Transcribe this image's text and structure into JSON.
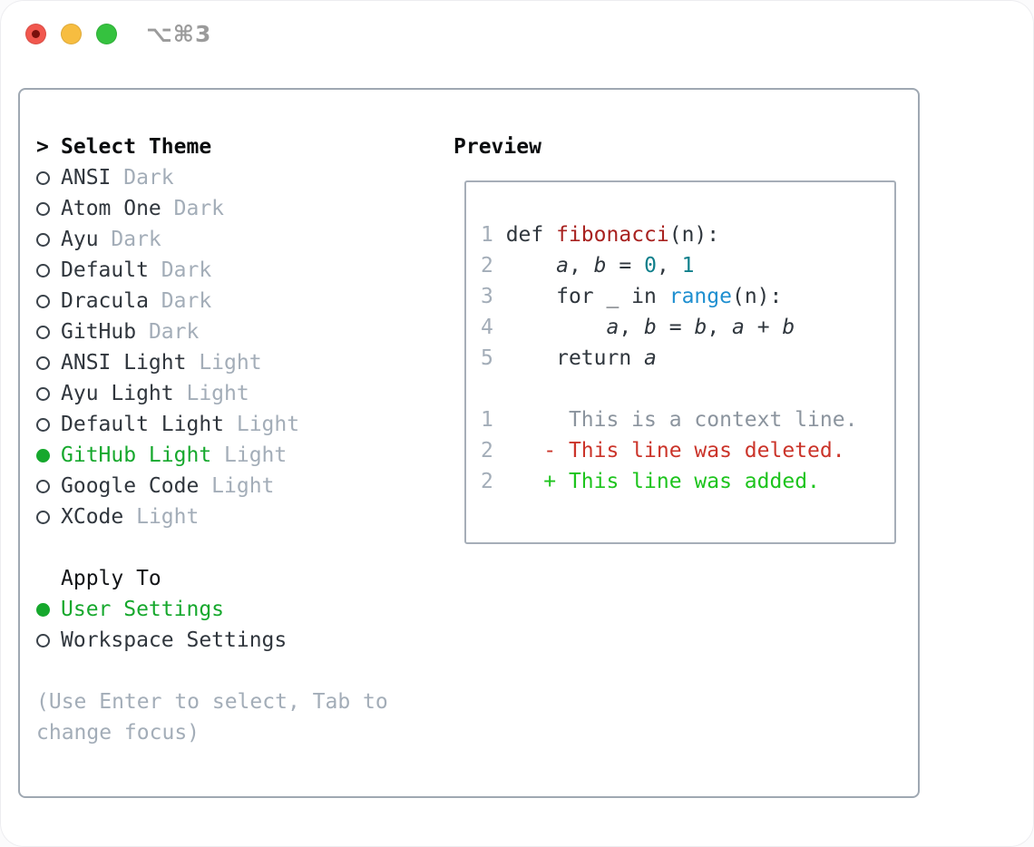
{
  "window": {
    "title": "⌥⌘3"
  },
  "theme_picker": {
    "prompt": ">",
    "header": "Select Theme",
    "items": [
      {
        "label": "ANSI",
        "tag": "Dark",
        "selected": false
      },
      {
        "label": "Atom One",
        "tag": "Dark",
        "selected": false
      },
      {
        "label": "Ayu",
        "tag": "Dark",
        "selected": false
      },
      {
        "label": "Default",
        "tag": "Dark",
        "selected": false
      },
      {
        "label": "Dracula",
        "tag": "Dark",
        "selected": false
      },
      {
        "label": "GitHub",
        "tag": "Dark",
        "selected": false
      },
      {
        "label": "ANSI Light",
        "tag": "Light",
        "selected": false
      },
      {
        "label": "Ayu Light",
        "tag": "Light",
        "selected": false
      },
      {
        "label": "Default Light",
        "tag": "Light",
        "selected": false
      },
      {
        "label": "GitHub Light",
        "tag": "Light",
        "selected": true
      },
      {
        "label": "Google Code",
        "tag": "Light",
        "selected": false
      },
      {
        "label": "XCode",
        "tag": "Light",
        "selected": false
      }
    ],
    "apply_to_header": "Apply To",
    "apply_options": [
      {
        "label": "User Settings",
        "selected": true
      },
      {
        "label": "Workspace Settings",
        "selected": false
      }
    ],
    "hint_lines": [
      "(Use Enter to select, Tab to",
      "change focus)"
    ]
  },
  "preview": {
    "title": "Preview",
    "lines": [
      {
        "num": "1",
        "segments": [
          [
            "plain",
            " def "
          ],
          [
            "func",
            "fibonacci"
          ],
          [
            "plain",
            "(n):"
          ]
        ]
      },
      {
        "num": "2",
        "segments": [
          [
            "plain",
            "     "
          ],
          [
            "var",
            "a"
          ],
          [
            "plain",
            ", "
          ],
          [
            "var",
            "b"
          ],
          [
            "plain",
            " = "
          ],
          [
            "number",
            "0"
          ],
          [
            "plain",
            ", "
          ],
          [
            "number",
            "1"
          ]
        ]
      },
      {
        "num": "3",
        "segments": [
          [
            "plain",
            "     for _ in "
          ],
          [
            "builtin",
            "range"
          ],
          [
            "plain",
            "(n):"
          ]
        ]
      },
      {
        "num": "4",
        "segments": [
          [
            "plain",
            "         "
          ],
          [
            "var",
            "a"
          ],
          [
            "plain",
            ", "
          ],
          [
            "var",
            "b"
          ],
          [
            "plain",
            " = "
          ],
          [
            "var",
            "b"
          ],
          [
            "plain",
            ", "
          ],
          [
            "var",
            "a"
          ],
          [
            "plain",
            " + "
          ],
          [
            "var",
            "b"
          ]
        ]
      },
      {
        "num": "5",
        "segments": [
          [
            "plain",
            "     return "
          ],
          [
            "var",
            "a"
          ]
        ]
      },
      {
        "num": "",
        "segments": []
      },
      {
        "num": "1",
        "segments": [
          [
            "context",
            "      This is a context line."
          ]
        ]
      },
      {
        "num": "2",
        "segments": [
          [
            "deleted",
            "    - This line was deleted."
          ]
        ]
      },
      {
        "num": "2",
        "segments": [
          [
            "added",
            "    + This line was added."
          ]
        ]
      }
    ]
  },
  "colors": {
    "selection_green": "#16a82d",
    "code_plain": "#2f363d",
    "code_function_red": "#a82220",
    "code_number_teal": "#0f7f8b",
    "code_builtin_blue": "#1e8fd0",
    "diff_context_gray": "#8b949e",
    "diff_deleted_red": "#cb342a",
    "diff_added_green": "#1dc41d",
    "muted_gray": "#a3adb8",
    "panel_border": "#9fa8b2",
    "traffic_red": "#f1574e",
    "traffic_yellow": "#f7bd40",
    "traffic_green": "#35c23f"
  }
}
